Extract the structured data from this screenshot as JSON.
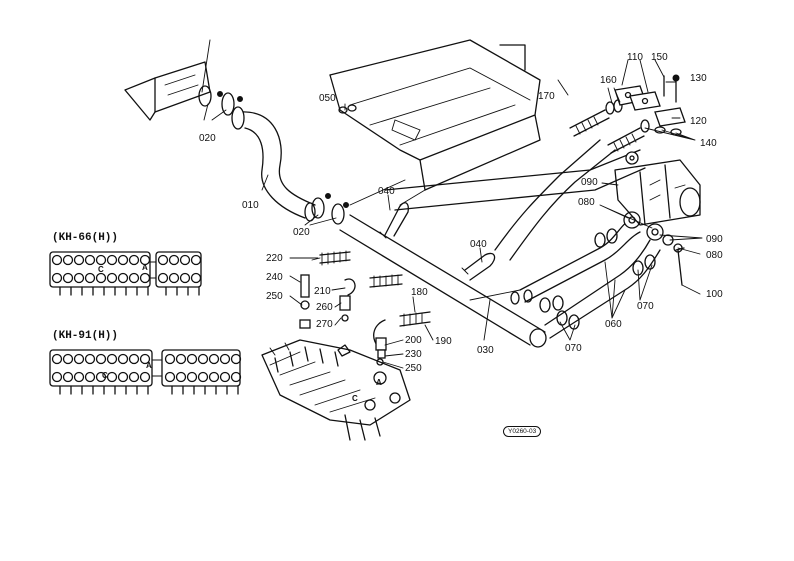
{
  "part_numbers": [
    "010",
    "020",
    "030",
    "040",
    "050",
    "060",
    "070",
    "080",
    "090",
    "100",
    "110",
    "120",
    "130",
    "140",
    "150",
    "160",
    "170",
    "180",
    "190",
    "200",
    "210",
    "220",
    "230",
    "240",
    "250",
    "260",
    "270"
  ],
  "callouts": {
    "n010": "010",
    "n020a": "020",
    "n020b": "020",
    "n030": "030",
    "n040a": "040",
    "n040b": "040",
    "n050": "050",
    "n060": "060",
    "n070a": "070",
    "n070b": "070",
    "n080a": "080",
    "n080b": "080",
    "n090a": "090",
    "n090b": "090",
    "n100": "100",
    "n110": "110",
    "n120": "120",
    "n130": "130",
    "n140": "140",
    "n150": "150",
    "n160": "160",
    "n170": "170",
    "n180": "180",
    "n190": "190",
    "n200": "200",
    "n210": "210",
    "n220": "220",
    "n230": "230",
    "n240": "240",
    "n250a": "250",
    "n250b": "250",
    "n260": "260",
    "n270": "270"
  },
  "variants": {
    "kh66": "(KH-66(H))",
    "kh91": "(KH-91(H))"
  },
  "valve_letters": {
    "kh66_c": "C",
    "kh66_a": "A",
    "kh91_c": "C",
    "kh91_a": "A",
    "main_c": "C",
    "main_a": "A"
  },
  "drawing_code": "Y0260-03"
}
